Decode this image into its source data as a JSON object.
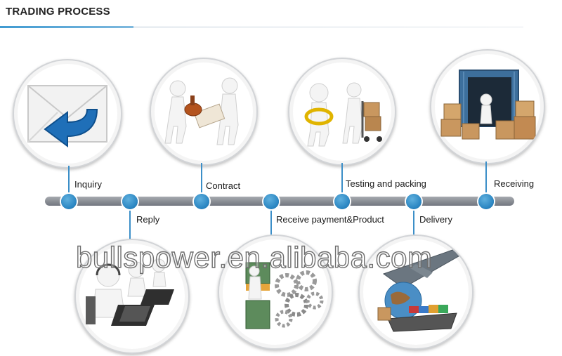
{
  "header": {
    "title": "TRADING PROCESS"
  },
  "steps": [
    {
      "label": "Inquiry",
      "icon": "envelope-reply-icon"
    },
    {
      "label": "Reply",
      "icon": "call-center-operators-icon"
    },
    {
      "label": "Contract",
      "icon": "contract-stamp-icon"
    },
    {
      "label": "Receive payment&Product",
      "icon": "money-gears-icon"
    },
    {
      "label": "Testing and packing",
      "icon": "inspection-packing-icon"
    },
    {
      "label": "Delivery",
      "icon": "shipping-globe-icon"
    },
    {
      "label": "Receiving",
      "icon": "container-boxes-icon"
    }
  ],
  "watermark": "bullspower.en.alibaba.com",
  "colors": {
    "accent": "#2b86c2",
    "timeline": "#868a91",
    "ring": "#d2d4d7"
  }
}
